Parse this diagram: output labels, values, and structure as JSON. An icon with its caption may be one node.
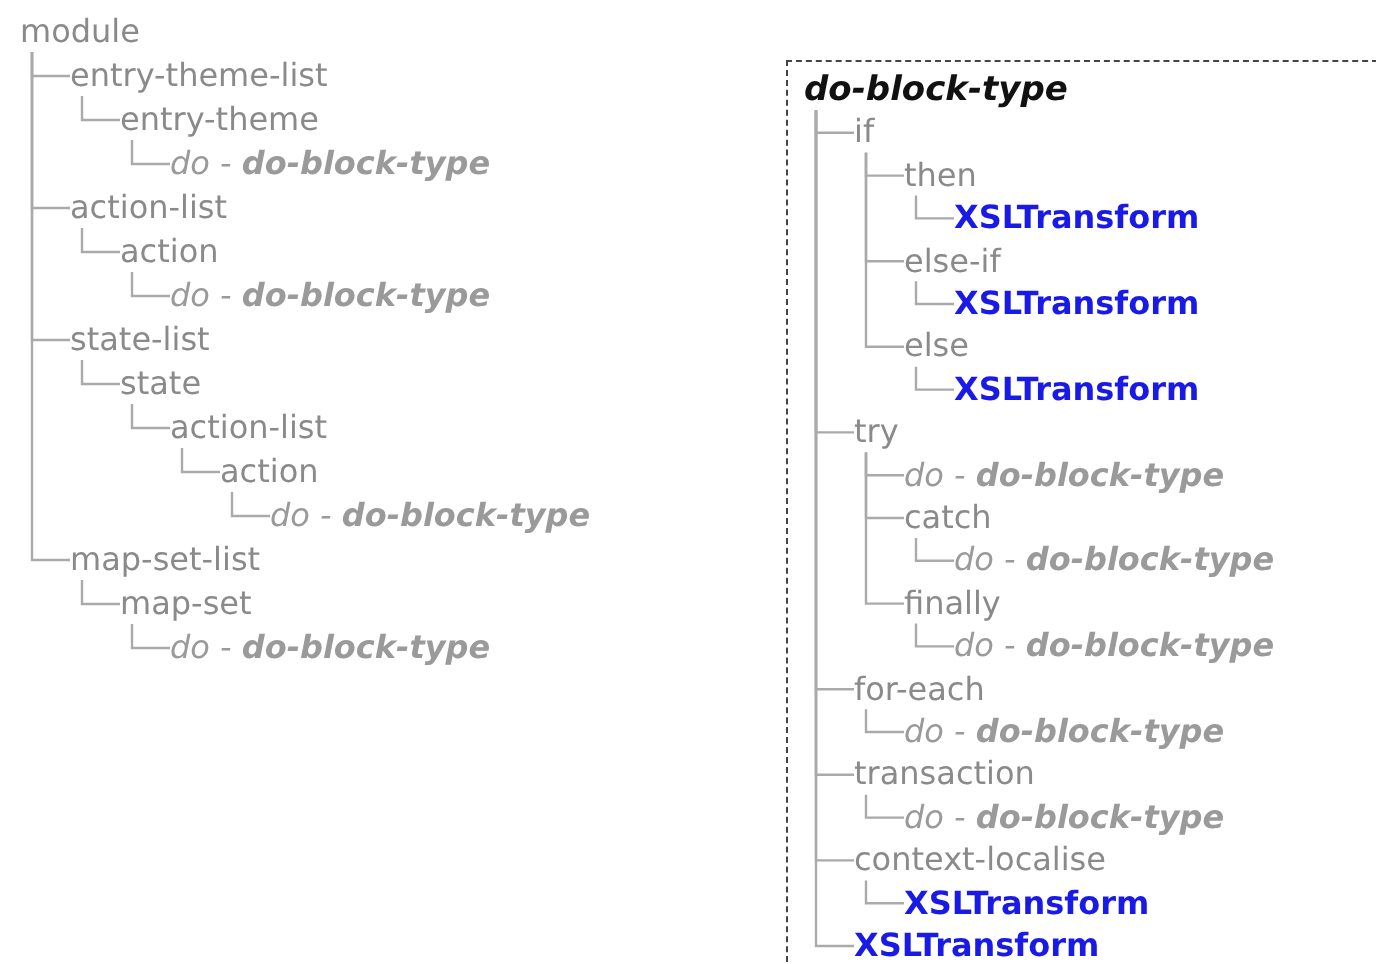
{
  "diagram": {
    "nodes": [
      {
        "text": [
          "module"
        ]
      },
      {
        "text": [
          "entry-theme-list"
        ]
      },
      {
        "text": [
          "entry-theme"
        ]
      },
      {
        "text": [
          "*do* - **do-block-type**"
        ]
      },
      {
        "text": [
          "action-list"
        ]
      },
      {
        "text": [
          "action"
        ]
      },
      {
        "text": [
          "*do* - **do-block-type**"
        ]
      },
      {
        "text": [
          "state-list"
        ]
      },
      {
        "text": [
          "state"
        ]
      },
      {
        "text": [
          "action-list"
        ]
      },
      {
        "text": [
          "action"
        ]
      },
      {
        "text": [
          "*do* - **do-block-type**"
        ]
      },
      {
        "text": [
          "map-set-list"
        ]
      },
      {
        "text": [
          "map-set"
        ]
      },
      {
        "text": [
          "*do* - **do-block-type**"
        ]
      },
      {
        "text": [],
        "shape": "box"
      },
      {
        "text": [
          "do-block-type"
        ],
        "in": 15
      },
      {
        "text": [
          "if"
        ],
        "in": 15
      },
      {
        "text": [
          "then"
        ],
        "in": 15
      },
      {
        "text": [
          "XSLTransform"
        ],
        "in": 15
      },
      {
        "text": [
          "else-if"
        ],
        "in": 15
      },
      {
        "text": [
          "XSLTransform"
        ],
        "in": 15
      },
      {
        "text": [
          "else"
        ],
        "in": 15
      },
      {
        "text": [
          "XSLTransform"
        ],
        "in": 15
      },
      {
        "text": [
          "try"
        ],
        "in": 15
      },
      {
        "text": [
          "*do* - **do-block-type**"
        ],
        "in": 15
      },
      {
        "text": [
          "catch"
        ],
        "in": 15
      },
      {
        "text": [
          "*do* - **do-block-type**"
        ],
        "in": 15
      },
      {
        "text": [
          "finally"
        ],
        "in": 15
      },
      {
        "text": [
          "*do* - **do-block-type**"
        ],
        "in": 15
      },
      {
        "text": [
          "for-each"
        ],
        "in": 15
      },
      {
        "text": [
          "*do* - **do-block-type**"
        ],
        "in": 15
      },
      {
        "text": [
          "transaction"
        ],
        "in": 15
      },
      {
        "text": [
          "*do* - **do-block-type**"
        ],
        "in": 15
      },
      {
        "text": [
          "context-localise"
        ],
        "in": 15
      },
      {
        "text": [
          "XSLTransform"
        ],
        "in": 15
      },
      {
        "text": [
          "XSLTransform"
        ],
        "in": 15
      }
    ],
    "edges": [
      {
        "from": 0,
        "to": 1,
        "arrow": "none"
      },
      {
        "from": 1,
        "to": 2,
        "arrow": "none"
      },
      {
        "from": 2,
        "to": 3,
        "arrow": "none"
      },
      {
        "from": 0,
        "to": 4,
        "arrow": "none"
      },
      {
        "from": 4,
        "to": 5,
        "arrow": "none"
      },
      {
        "from": 5,
        "to": 6,
        "arrow": "none"
      },
      {
        "from": 0,
        "to": 7,
        "arrow": "none"
      },
      {
        "from": 7,
        "to": 8,
        "arrow": "none"
      },
      {
        "from": 8,
        "to": 9,
        "arrow": "none"
      },
      {
        "from": 9,
        "to": 10,
        "arrow": "none"
      },
      {
        "from": 10,
        "to": 11,
        "arrow": "none"
      },
      {
        "from": 0,
        "to": 12,
        "arrow": "none"
      },
      {
        "from": 12,
        "to": 13,
        "arrow": "none"
      },
      {
        "from": 13,
        "to": 14,
        "arrow": "none"
      },
      {
        "from": 16,
        "to": 17,
        "arrow": "none"
      },
      {
        "from": 17,
        "to": 18,
        "arrow": "none"
      },
      {
        "from": 18,
        "to": 19,
        "arrow": "none"
      },
      {
        "from": 17,
        "to": 20,
        "arrow": "none"
      },
      {
        "from": 20,
        "to": 21,
        "arrow": "none"
      },
      {
        "from": 17,
        "to": 22,
        "arrow": "none"
      },
      {
        "from": 22,
        "to": 23,
        "arrow": "none"
      },
      {
        "from": 16,
        "to": 24,
        "arrow": "none"
      },
      {
        "from": 24,
        "to": 25,
        "arrow": "none"
      },
      {
        "from": 24,
        "to": 26,
        "arrow": "none"
      },
      {
        "from": 26,
        "to": 27,
        "arrow": "none"
      },
      {
        "from": 24,
        "to": 28,
        "arrow": "none"
      },
      {
        "from": 28,
        "to": 29,
        "arrow": "none"
      },
      {
        "from": 16,
        "to": 30,
        "arrow": "none"
      },
      {
        "from": 30,
        "to": 31,
        "arrow": "none"
      },
      {
        "from": 16,
        "to": 32,
        "arrow": "none"
      },
      {
        "from": 32,
        "to": 33,
        "arrow": "none"
      },
      {
        "from": 16,
        "to": 34,
        "arrow": "none"
      },
      {
        "from": 34,
        "to": 35,
        "arrow": "none"
      },
      {
        "from": 16,
        "to": 36,
        "arrow": "none"
      }
    ]
  }
}
